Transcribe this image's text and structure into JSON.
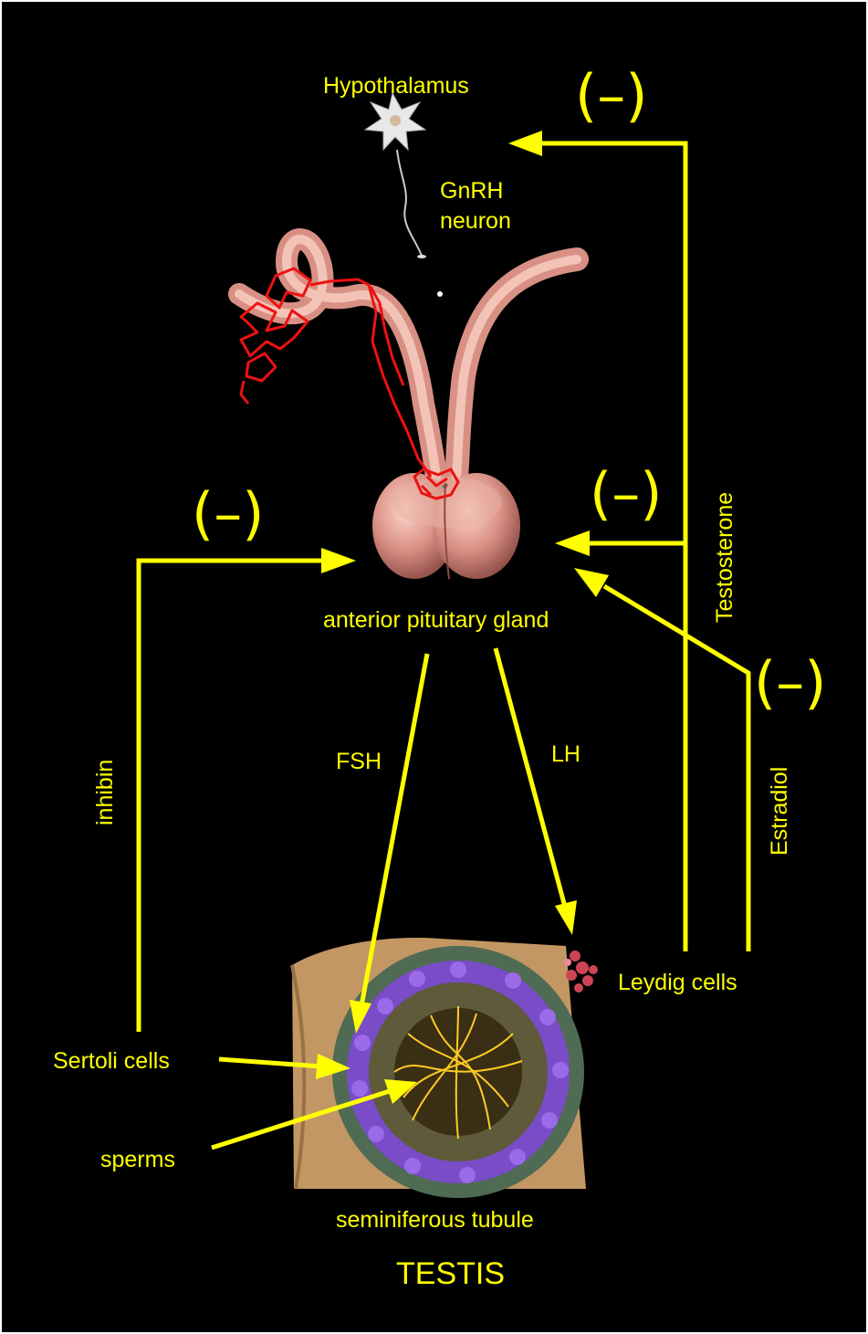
{
  "colors": {
    "background": "#000000",
    "label": "#ffff00",
    "arrow": "#ffff00",
    "vessel": "#e7a396",
    "capillary": "#ee1111",
    "germ_cells": "#8855dd",
    "tubule_wall": "#c69a63"
  },
  "labels": {
    "hypothalamus": "Hypothalamus",
    "gnrh_line1": "GnRH",
    "gnrh_line2": "neuron",
    "pituitary": "anterior pituitary gland",
    "fsh": "FSH",
    "lh": "LH",
    "inhibin": "inhibin",
    "testosterone": "Testosterone",
    "estradiol": "Estradiol",
    "leydig": "Leydig cells",
    "sertoli": "Sertoli cells",
    "sperms": "sperms",
    "tubule": "seminiferous tubule",
    "testis": "TESTIS"
  },
  "feedback": {
    "hypothalamus_testosterone": "(–)",
    "pituitary_inhibin": "(–)",
    "pituitary_testosterone": "(–)",
    "pituitary_estradiol": "(–)"
  },
  "icons": [
    "neuron-star-icon",
    "portal-vessel-illustration",
    "pituitary-gland-illustration",
    "tubule-cross-section-illustration",
    "leydig-cluster-icon"
  ]
}
